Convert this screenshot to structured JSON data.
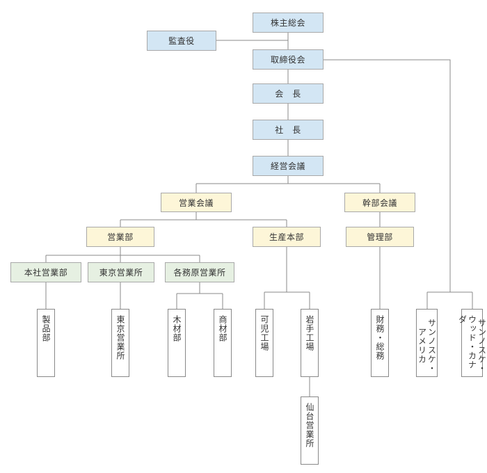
{
  "org_chart": {
    "shareholders_meeting": "株主総会",
    "auditor": "監査役",
    "board_of_directors": "取締役会",
    "chairman": "会　長",
    "president": "社　長",
    "management_meeting": "経営会議",
    "sales_meeting": "営業会議",
    "executive_meeting": "幹部会議",
    "sales_department": "営業部",
    "production_division": "生産本部",
    "administration_department": "管理部",
    "head_office_sales": "本社営業部",
    "tokyo_sales_office": "東京営業所",
    "kakamigahara_sales_office": "各務原営業所",
    "products_dept": "製品部",
    "tokyo_sales_office_unit": "東京営業所",
    "lumber_dept": "木材部",
    "trading_lumber_dept": "商材部",
    "kani_factory": "可児工場",
    "iwate_factory": "岩手工場",
    "sendai_sales_office": "仙台営業所",
    "finance_general_affairs": "財務・総務",
    "sannosuke_america": {
      "line1": "サンノスケ・",
      "line2": "アメリカ"
    },
    "sannosuke_wood_canada": {
      "line1": "サンノスケ・",
      "line2": "ウッド・カナダ"
    }
  },
  "colors": {
    "top_tier": "#d3e6f4",
    "middle_tier": "#fdf6d8",
    "office_tier": "#e6f0e2",
    "connector": "#888888"
  }
}
